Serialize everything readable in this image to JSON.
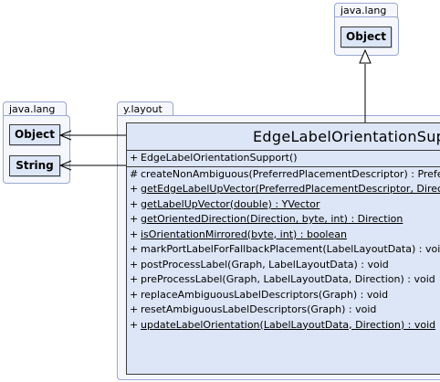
{
  "packages": {
    "top_right": {
      "name": "java.lang",
      "classes": [
        "Object"
      ]
    },
    "left": {
      "name": "java.lang",
      "classes": [
        "Object",
        "String"
      ]
    },
    "main": {
      "name": "y.layout"
    }
  },
  "main_class": {
    "name": "EdgeLabelOrientationSupport",
    "constructor": {
      "vis": "+",
      "sig": "EdgeLabelOrientationSupport()"
    },
    "methods": [
      {
        "vis": "#",
        "sig": "createNonAmbiguous(PreferredPlacementDescriptor) : PreferredPlacementDescriptor",
        "static": false
      },
      {
        "vis": "+",
        "sig": "getEdgeLabelUpVector(PreferredPlacementDescriptor, Direction) : YVector",
        "static": true
      },
      {
        "vis": "+",
        "sig": "getLabelUpVector(double) : YVector",
        "static": true
      },
      {
        "vis": "+",
        "sig": "getOrientedDirection(Direction, byte, int) : Direction",
        "static": true
      },
      {
        "vis": "+",
        "sig": "isOrientationMirrored(byte, int) : boolean",
        "static": true
      },
      {
        "vis": "+",
        "sig": "markPortLabelForFallbackPlacement(LabelLayoutData) : void",
        "static": false
      },
      {
        "vis": "+",
        "sig": "postProcessLabel(Graph, LabelLayoutData) : void",
        "static": false
      },
      {
        "vis": "+",
        "sig": "preProcessLabel(Graph, LabelLayoutData, Direction) : void",
        "static": false
      },
      {
        "vis": "+",
        "sig": "replaceAmbiguousLabelDescriptors(Graph) : void",
        "static": false
      },
      {
        "vis": "+",
        "sig": "resetAmbiguousLabelDescriptors(Graph) : void",
        "static": false
      },
      {
        "vis": "+",
        "sig": "updateLabelOrientation(LabelLayoutData, Direction) : void",
        "static": true
      }
    ]
  }
}
